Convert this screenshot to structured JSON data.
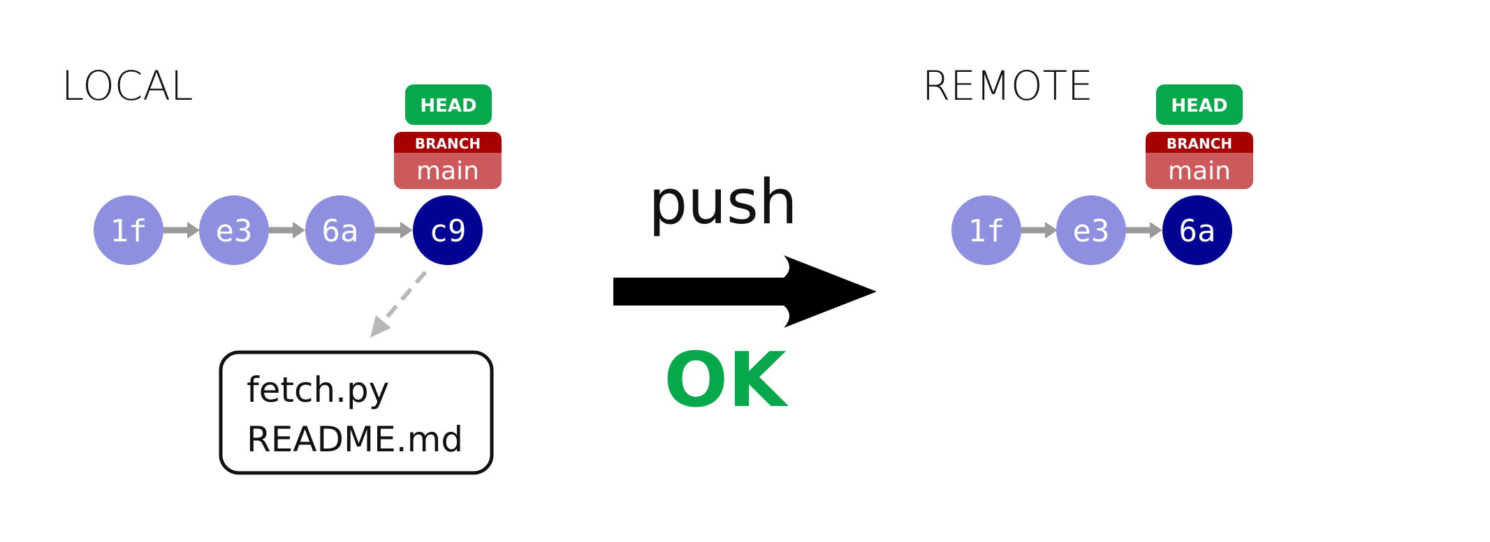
{
  "colors": {
    "commit_light": "#8f8fdf",
    "commit_dark": "#020293",
    "head_tag": "#07a84b",
    "branch_header": "#a80000",
    "branch_body": "#cc5a5c",
    "arrow_gray": "#9a9a9a",
    "dashed_gray": "#b8b8b8",
    "ok": "#07a84b",
    "text": "#111111"
  },
  "local": {
    "title": "LOCAL",
    "commits": [
      {
        "label": "1f",
        "current": false
      },
      {
        "label": "e3",
        "current": false
      },
      {
        "label": "6a",
        "current": false
      },
      {
        "label": "c9",
        "current": true
      }
    ],
    "head_label": "HEAD",
    "branch_label": "BRANCH",
    "branch_name": "main",
    "files": [
      "fetch.py",
      "README.md"
    ]
  },
  "remote": {
    "title": "REMOTE",
    "commits": [
      {
        "label": "1f",
        "current": false
      },
      {
        "label": "e3",
        "current": false
      },
      {
        "label": "6a",
        "current": true
      }
    ],
    "head_label": "HEAD",
    "branch_label": "BRANCH",
    "branch_name": "main"
  },
  "action": {
    "label": "push",
    "result": "OK"
  }
}
